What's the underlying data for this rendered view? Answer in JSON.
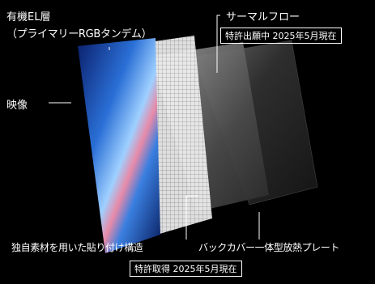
{
  "labels": {
    "oled_line1": "有機EL層",
    "oled_line2": "（プライマリーRGBタンデム）",
    "image": "映像",
    "thermal_flow": "サーマルフロー",
    "thermal_patent": "特許出願中 2025年5月現在",
    "bonding_structure": "独自素材を用いた貼り付け構造",
    "back_cover": "バックカバー一体型放熱プレート",
    "bonding_patent": "特許取得 2025年5月現在"
  },
  "colors": {
    "background": "#000000",
    "text": "#ffffff",
    "image_panel_blue": "#2a6fd6",
    "accent_pink": "#e88aa8"
  }
}
